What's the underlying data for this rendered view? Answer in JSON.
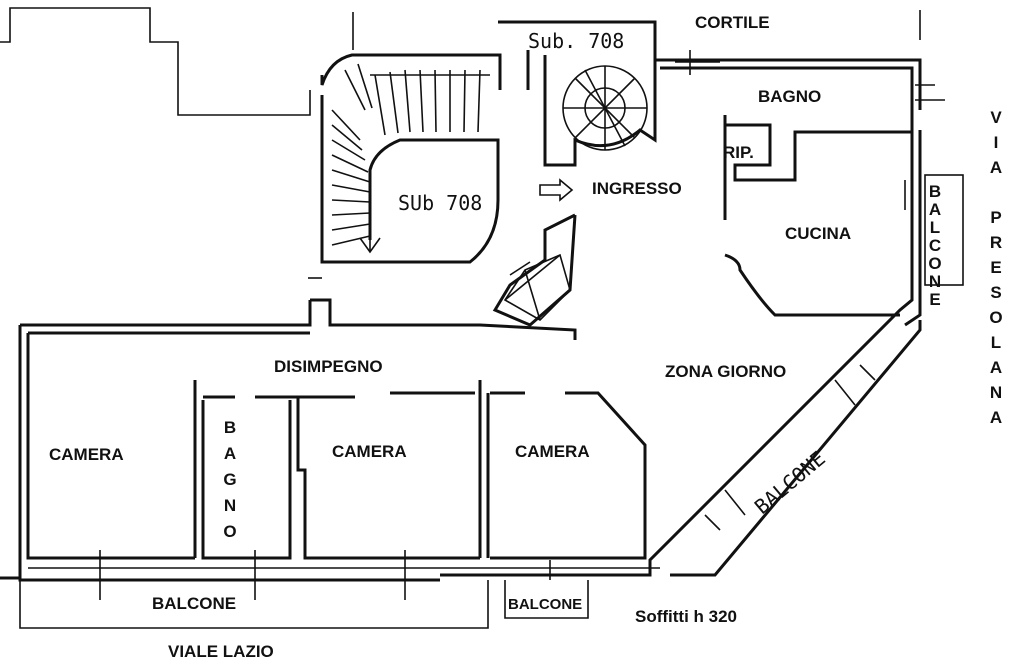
{
  "labels": {
    "cortile": "CORTILE",
    "sub_top": "Sub. 708",
    "sub_stair": "SUb 708",
    "bagno_top": "BAGNO",
    "rip": "RIP.",
    "ingresso": "INGRESSO",
    "cucina": "CUCINA",
    "balcone_side": "BALCONE",
    "disimpegno": "DISIMPEGNO",
    "zona_giorno": "ZONA GIORNO",
    "camera_1": "CAMERA",
    "bagno_vertical": "BAGNO",
    "camera_2": "CAMERA",
    "camera_3": "CAMERA",
    "balcone_diag": "BALCONE",
    "balcone_bottom": "BALCONE",
    "balcone_small": "BALCONE",
    "soffitti": "Soffitti h 320",
    "viale_lazio": "VIALE LAZIO",
    "via_presolana": "VIA PRESOLANA"
  }
}
